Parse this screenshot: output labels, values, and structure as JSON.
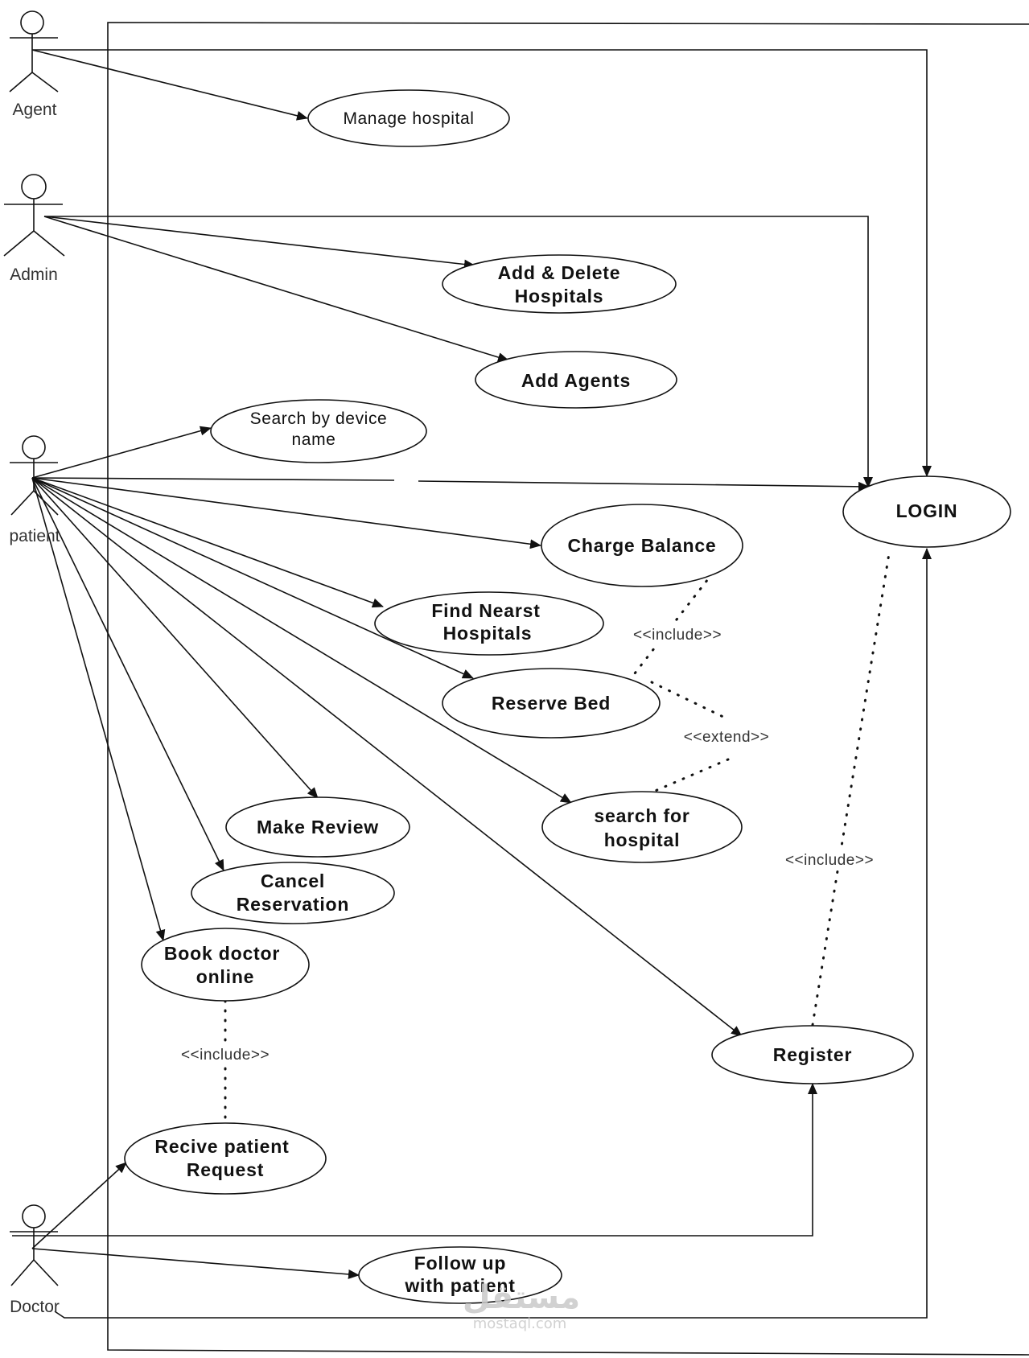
{
  "actors": [
    {
      "id": "agent",
      "label": "Agent"
    },
    {
      "id": "admin",
      "label": "Admin"
    },
    {
      "id": "patient",
      "label": "patient"
    },
    {
      "id": "doctor",
      "label": "Doctor"
    }
  ],
  "use_cases": [
    {
      "id": "manage_hospital",
      "lines": [
        "Manage hospital"
      ]
    },
    {
      "id": "add_delete_hospitals",
      "lines": [
        "Add & Delete",
        "Hospitals"
      ]
    },
    {
      "id": "add_agents",
      "lines": [
        "Add Agents"
      ]
    },
    {
      "id": "search_device",
      "lines": [
        "Search by device",
        "name"
      ]
    },
    {
      "id": "login",
      "lines": [
        "LOGIN"
      ]
    },
    {
      "id": "charge_balance",
      "lines": [
        "Charge Balance"
      ]
    },
    {
      "id": "find_nearest",
      "lines": [
        "Find Nearst",
        "Hospitals"
      ]
    },
    {
      "id": "reserve_bed",
      "lines": [
        "Reserve Bed"
      ]
    },
    {
      "id": "search_hospital",
      "lines": [
        "search for",
        "hospital"
      ]
    },
    {
      "id": "make_review",
      "lines": [
        "Make Review"
      ]
    },
    {
      "id": "cancel_reservation",
      "lines": [
        "Cancel",
        "Reservation"
      ]
    },
    {
      "id": "book_doctor",
      "lines": [
        "Book doctor",
        "online"
      ]
    },
    {
      "id": "register",
      "lines": [
        "Register"
      ]
    },
    {
      "id": "receive_request",
      "lines": [
        "Recive patient",
        "Request"
      ]
    },
    {
      "id": "follow_up",
      "lines": [
        "Follow up",
        "with patient"
      ]
    }
  ],
  "relationships": [
    {
      "from": "reserve_bed",
      "to": "charge_balance",
      "type": "<<include>>"
    },
    {
      "from": "search_hospital",
      "to": "reserve_bed",
      "type": "<<extend>>"
    },
    {
      "from": "register",
      "to": "login",
      "type": "<<include>>"
    },
    {
      "from": "book_doctor",
      "to": "receive_request",
      "type": "<<include>>"
    }
  ],
  "watermark": {
    "logo": "مستقل",
    "url": "mostaql.com"
  }
}
